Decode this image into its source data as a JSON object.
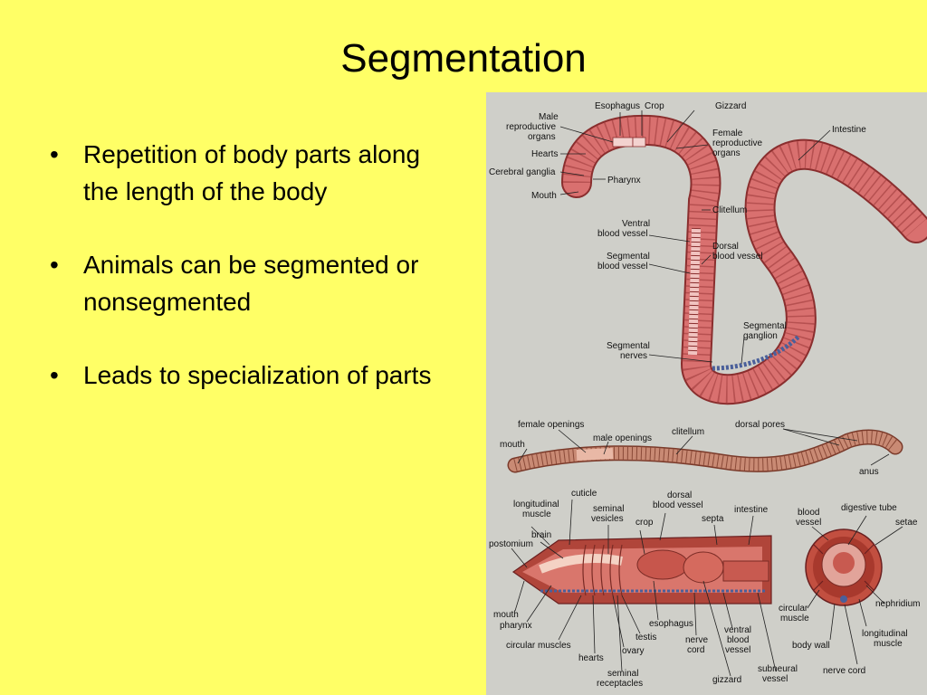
{
  "slide": {
    "title": "Segmentation",
    "bullets": [
      "Repetition of body parts along the length of the body",
      "Animals can be segmented or nonsegmented",
      "Leads to specialization of parts"
    ],
    "bullet_glyph": "•"
  },
  "figure": {
    "top_labels": {
      "esophagus": "Esophagus",
      "crop": "Crop",
      "gizzard": "Gizzard",
      "male_repro": [
        "Male",
        "reproductive",
        "organs"
      ],
      "hearts": "Hearts",
      "cerebral_ganglia": "Cerebral ganglia",
      "mouth": "Mouth",
      "pharynx": "Pharynx",
      "female_repro": [
        "Female",
        "reproductive",
        "organs"
      ],
      "intestine": "Intestine",
      "clitellum": "Clitellum",
      "ventral_vessel": [
        "Ventral",
        "blood vessel"
      ],
      "segmental_vessel": [
        "Segmental",
        "blood vessel"
      ],
      "dorsal_vessel": [
        "Dorsal",
        "blood vessel"
      ],
      "segmental_ganglion": [
        "Segmental",
        "ganglion"
      ],
      "segmental_nerves": [
        "Segmental",
        "nerves"
      ]
    },
    "middle_labels": {
      "female_openings": "female openings",
      "male_openings": "male openings",
      "clitellum": "clitellum",
      "dorsal_pores": "dorsal pores",
      "mouth": "mouth",
      "anus": "anus"
    },
    "bottom_labels": {
      "longitudinal_muscle": [
        "longitudinal",
        "muscle"
      ],
      "cuticle": "cuticle",
      "seminal_vesicles": [
        "seminal",
        "vesicles"
      ],
      "dorsal_vessel": [
        "dorsal",
        "blood vessel"
      ],
      "crop": "crop",
      "septa": "septa",
      "intestine": "intestine",
      "brain": "brain",
      "postomium": "postomium",
      "mouth": "mouth",
      "pharynx": "pharynx",
      "circular_muscles": "circular muscles",
      "hearts": "hearts",
      "ovary": "ovary",
      "testis": "testis",
      "seminal_receptacles": [
        "seminal",
        "receptacles"
      ],
      "esophagus": "esophagus",
      "nerve_cord": [
        "nerve",
        "cord"
      ],
      "ventral_vessel": [
        "ventral",
        "blood",
        "vessel"
      ],
      "gizzard": "gizzard",
      "subneural_vessel": [
        "subneural",
        "vessel"
      ],
      "blood_vessel": [
        "blood",
        "vessel"
      ],
      "digestive_tube": "digestive tube",
      "setae": "setae",
      "nephridium": "nephridium",
      "circular_muscle": [
        "circular",
        "muscle"
      ],
      "body_wall": "body wall",
      "cs_longitudinal_muscle": [
        "longitudinal",
        "muscle"
      ],
      "cs_nerve_cord": "nerve cord"
    },
    "colors": {
      "background": "#cfcfc9",
      "worm_body": "#d9706f",
      "worm_outline": "#8a2e2e",
      "segment_line": "#b65050",
      "nerve": "#4a5f9a",
      "slide_bg": "#ffff66"
    }
  }
}
